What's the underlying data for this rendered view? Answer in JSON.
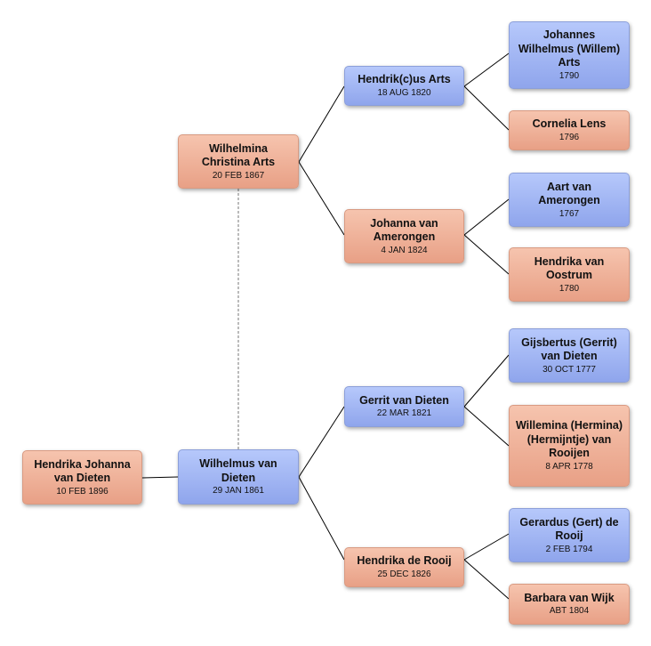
{
  "people": {
    "root": {
      "name": "Hendrika Johanna van Dieten",
      "date": "10 FEB 1896"
    },
    "father": {
      "name": "Wilhelmus van Dieten",
      "date": "29 JAN 1861"
    },
    "mother": {
      "name": "Wilhelmina Christina Arts",
      "date": "20 FEB 1867"
    },
    "mother_father": {
      "name": "Hendrik(c)us Arts",
      "date": "18 AUG 1820"
    },
    "mother_mother": {
      "name": "Johanna van Amerongen",
      "date": "4 JAN 1824"
    },
    "father_father": {
      "name": "Gerrit van Dieten",
      "date": "22 MAR 1821"
    },
    "father_mother": {
      "name": "Hendrika de Rooij",
      "date": "25 DEC 1826"
    },
    "mf_father": {
      "name": "Johannes Wilhelmus (Willem) Arts",
      "date": "1790"
    },
    "mf_mother": {
      "name": "Cornelia Lens",
      "date": "1796"
    },
    "mm_father": {
      "name": "Aart van Amerongen",
      "date": "1767"
    },
    "mm_mother": {
      "name": "Hendrika van Oostrum",
      "date": "1780"
    },
    "ff_father": {
      "name": "Gijsbertus (Gerrit) van Dieten",
      "date": "30 OCT 1777"
    },
    "ff_mother": {
      "name": "Willemina (Hermina) (Hermijntje) van Rooijen",
      "date": "8 APR 1778"
    },
    "fm_father": {
      "name": "Gerardus (Gert) de Rooij",
      "date": "2 FEB 1794"
    },
    "fm_mother": {
      "name": "Barbara van Wijk",
      "date": "ABT 1804"
    }
  },
  "colors": {
    "male": "#9fb3f2",
    "female": "#eeab91",
    "line": "#000000",
    "spouse_line": "#777777"
  }
}
